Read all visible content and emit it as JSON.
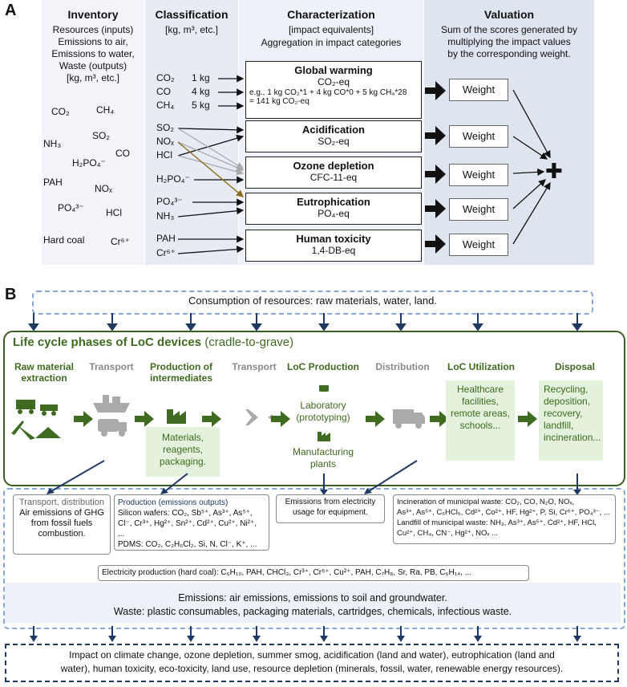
{
  "panelA": {
    "letter": "A",
    "inventory": {
      "title": "Inventory",
      "lines": [
        "Resources (inputs)",
        "Emissions to air,",
        "Emissions to water,",
        "Waste (outputs)",
        "[kg, m³, etc.]"
      ],
      "chems": [
        "CO₂",
        "CH₄",
        "SO₂",
        "NH₃",
        "CO",
        "H₂PO₄⁻",
        "PAH",
        "NOₓ",
        "PO₄³⁻",
        "HCl",
        "Hard coal",
        "Cr⁶⁺"
      ]
    },
    "classification": {
      "title": "Classification",
      "unit": "[kg, m³, etc.]",
      "items": [
        "CO₂",
        "CO",
        "CH₄",
        "SO₂",
        "NOₓ",
        "HCl",
        "H₂PO₄⁻",
        "PO₄³⁻",
        "NH₃",
        "PAH",
        "Cr⁶⁺"
      ],
      "masses": [
        "1 kg",
        "4 kg",
        "5 kg"
      ]
    },
    "characterization": {
      "title": "Characterization",
      "line1": "[impact equivalents]",
      "line2": "Aggregation in impact categories",
      "categories": [
        {
          "name": "Global warming",
          "unit": "CO₂-eq",
          "note1": "e.g., 1 kg CO₂*1 + 4 kg CO*0 + 5 kg CH₄*28",
          "note2": "= 141 kg CO₂-eq"
        },
        {
          "name": "Acidification",
          "unit": "SO₂-eq"
        },
        {
          "name": "Ozone depletion",
          "unit": "CFC-11-eq"
        },
        {
          "name": "Eutrophication",
          "unit": "PO₄-eq"
        },
        {
          "name": "Human toxicity",
          "unit": "1,4-DB-eq"
        }
      ]
    },
    "valuation": {
      "title": "Valuation",
      "lines": [
        "Sum of the scores generated by",
        "multiplying the impact values",
        "by the corresponding weight."
      ],
      "weight_label": "Weight",
      "plus": "✚"
    }
  },
  "panelB": {
    "letter": "B",
    "resources": "Consumption of resources: raw materials, water, land.",
    "lifecycle_title": "Life cycle phases of LoC devices",
    "lifecycle_sub": "(cradle-to-grave)",
    "phases": [
      {
        "name": "Raw material extraction"
      },
      {
        "name": "Transport"
      },
      {
        "name": "Production of intermediates",
        "box": "Materials, reagents, packaging."
      },
      {
        "name": "Transport"
      },
      {
        "name": "LoC Production",
        "lines": [
          "Laboratory",
          "(prototyping)",
          "Manufacturing",
          "plants"
        ]
      },
      {
        "name": "Distribution"
      },
      {
        "name": "LoC Utilization",
        "box": "Healthcare facilities, remote areas, schools..."
      },
      {
        "name": "Disposal",
        "box": "Recycling, deposition, recovery, landfill, incineration..."
      }
    ],
    "emissions": {
      "transport_title": "Transport, distribution",
      "transport_lines": [
        "Air emissions of GHG",
        "from fossil fuels",
        "combustion."
      ],
      "production_title": "Production (emissions outputs)",
      "production_lines": [
        "Silicon wafers: CO₂, Sb⁵⁺, As³⁺, As⁵⁺,",
        "Cl⁻, Cr³⁺, Hg²⁺, Sn²⁺, Cd²⁺, Cu²⁺, Ni²⁺, ...",
        "PDMS: CO₂, C₂H₆Cl₂, Si, N, Cl⁻, K⁺, ..."
      ],
      "electricity_use": [
        "Emissions from electricity",
        "usage for equipment."
      ],
      "waste_lines": [
        "Incineration of municipal waste: CO₂, CO, N₂O, NOₓ,",
        "As³⁺, As⁵⁺, C₆HCl₅, Cd²⁺, Co²⁺, HF, Hg²⁺, P, Si, Cr⁶⁺, PO₄³⁻, ...",
        "Landfill of municipal waste: NH₃, As³⁺, As⁵⁺, Cd²⁺, HF, HCl,",
        "Cu²⁺, CH₄, CN⁻, Hg²⁺, NOₓ ..."
      ],
      "electricity_production": "Electricity production (hard coal): C₆H₁₀, PAH, CHCl₃, Cr³⁺, Cr⁶⁺, Cu²⁺, PAH, C₇H₈, Sr, Ra, PB, C₆H₁₄, ...",
      "summary1": "Emissions: air emissions, emissions to soil and groundwater.",
      "summary2": "Waste: plastic consumables, packaging materials, cartridges, chemicals, infectious waste."
    },
    "impact": [
      "Impact on climate change, ozone depletion, summer smog, acidification (land and water), eutrophication (land and",
      "water), human toxicity, eco-toxicity, land use, resource depletion (minerals, fossil, water, renewable energy resources)."
    ]
  },
  "colors": {
    "green": "#3e6b1f",
    "navy": "#1f3864",
    "lightblue": "#8aa7d4"
  }
}
